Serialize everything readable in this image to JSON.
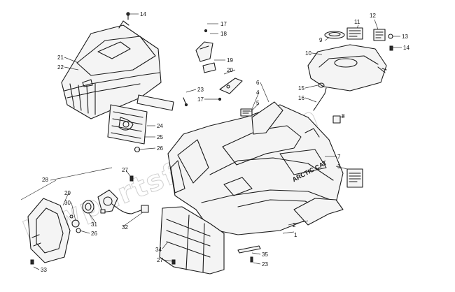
{
  "watermark": "blwpartsfiche.com",
  "brand_logo": "ARCTIC CAT",
  "callouts": [
    {
      "id": "c14a",
      "label": "14"
    },
    {
      "id": "c21",
      "label": "21"
    },
    {
      "id": "c22",
      "label": "22"
    },
    {
      "id": "c17a",
      "label": "17"
    },
    {
      "id": "c18",
      "label": "18"
    },
    {
      "id": "c19",
      "label": "19"
    },
    {
      "id": "c20",
      "label": "20"
    },
    {
      "id": "c23a",
      "label": "23"
    },
    {
      "id": "c17b",
      "label": "17"
    },
    {
      "id": "c12",
      "label": "12"
    },
    {
      "id": "c11",
      "label": "11"
    },
    {
      "id": "c9",
      "label": "9"
    },
    {
      "id": "c13",
      "label": "13"
    },
    {
      "id": "c10",
      "label": "10"
    },
    {
      "id": "c14b",
      "label": "14"
    },
    {
      "id": "c15",
      "label": "15"
    },
    {
      "id": "c16",
      "label": "16"
    },
    {
      "id": "c8",
      "label": "8"
    },
    {
      "id": "c6",
      "label": "6"
    },
    {
      "id": "c4",
      "label": "4"
    },
    {
      "id": "c5",
      "label": "5"
    },
    {
      "id": "c24",
      "label": "24"
    },
    {
      "id": "c25",
      "label": "25"
    },
    {
      "id": "c26a",
      "label": "26"
    },
    {
      "id": "c27a",
      "label": "27"
    },
    {
      "id": "c28",
      "label": "28"
    },
    {
      "id": "c29",
      "label": "29"
    },
    {
      "id": "c30",
      "label": "30"
    },
    {
      "id": "c31",
      "label": "31"
    },
    {
      "id": "c32",
      "label": "32"
    },
    {
      "id": "c26b",
      "label": "26"
    },
    {
      "id": "c7",
      "label": "7"
    },
    {
      "id": "c3",
      "label": "3"
    },
    {
      "id": "c2",
      "label": "2"
    },
    {
      "id": "c1",
      "label": "1"
    },
    {
      "id": "c34",
      "label": "34"
    },
    {
      "id": "c35",
      "label": "35"
    },
    {
      "id": "c27b",
      "label": "27"
    },
    {
      "id": "c23b",
      "label": "23"
    },
    {
      "id": "c33",
      "label": "33"
    }
  ]
}
